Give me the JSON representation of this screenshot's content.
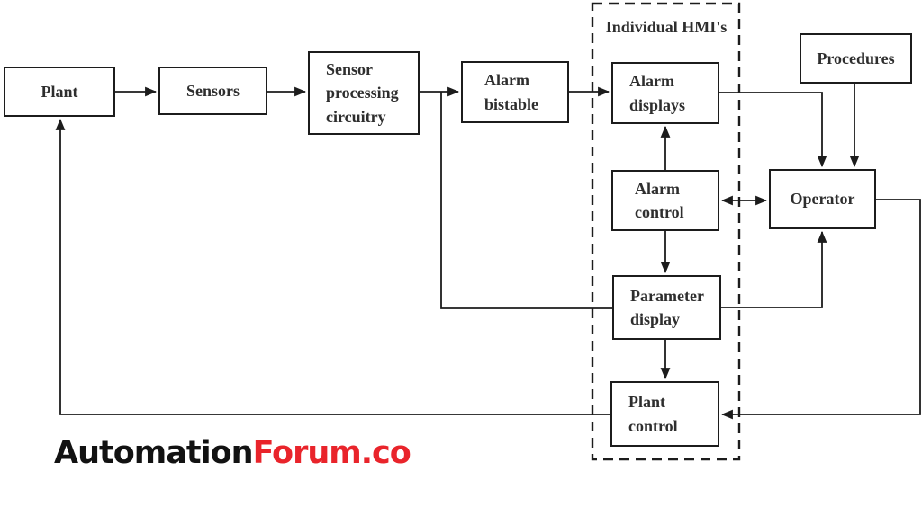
{
  "diagram": {
    "group_label": "Individual HMI's",
    "nodes": {
      "plant": "Plant",
      "sensors": "Sensors",
      "sensor_processing": "Sensor\nprocessing\ncircuitry",
      "alarm_bistable": "Alarm\nbistable",
      "alarm_displays": "Alarm\ndisplays",
      "procedures": "Procedures",
      "alarm_control": "Alarm\ncontrol",
      "operator": "Operator",
      "parameter_display": "Parameter\ndisplay",
      "plant_control": "Plant\ncontrol"
    },
    "edges": [
      {
        "from": "plant",
        "to": "sensors",
        "arrow": "forward"
      },
      {
        "from": "sensors",
        "to": "sensor_processing",
        "arrow": "forward"
      },
      {
        "from": "sensor_processing",
        "to": "alarm_bistable",
        "arrow": "forward"
      },
      {
        "from": "alarm_bistable",
        "to": "alarm_displays",
        "arrow": "forward"
      },
      {
        "from": "sensor_processing",
        "to": "parameter_display",
        "arrow": "none"
      },
      {
        "from": "alarm_displays",
        "to": "operator",
        "arrow": "forward"
      },
      {
        "from": "procedures",
        "to": "operator",
        "arrow": "forward"
      },
      {
        "from": "alarm_control",
        "to": "operator",
        "arrow": "both"
      },
      {
        "from": "alarm_control",
        "to": "alarm_displays",
        "arrow": "forward"
      },
      {
        "from": "alarm_control",
        "to": "parameter_display",
        "arrow": "forward"
      },
      {
        "from": "parameter_display",
        "to": "operator",
        "arrow": "forward"
      },
      {
        "from": "parameter_display",
        "to": "plant_control",
        "arrow": "forward"
      },
      {
        "from": "operator",
        "to": "plant_control",
        "arrow": "forward"
      },
      {
        "from": "plant_control",
        "to": "plant",
        "arrow": "forward"
      }
    ],
    "colors": {
      "line": "#1c1c1c",
      "box_border": "#1c1c1c",
      "text": "#2e2e2e"
    }
  },
  "branding": {
    "logo_black": "Automation",
    "logo_red": "Forum.co",
    "logo_black_color": "#121212",
    "logo_red_color": "#e9242b"
  }
}
